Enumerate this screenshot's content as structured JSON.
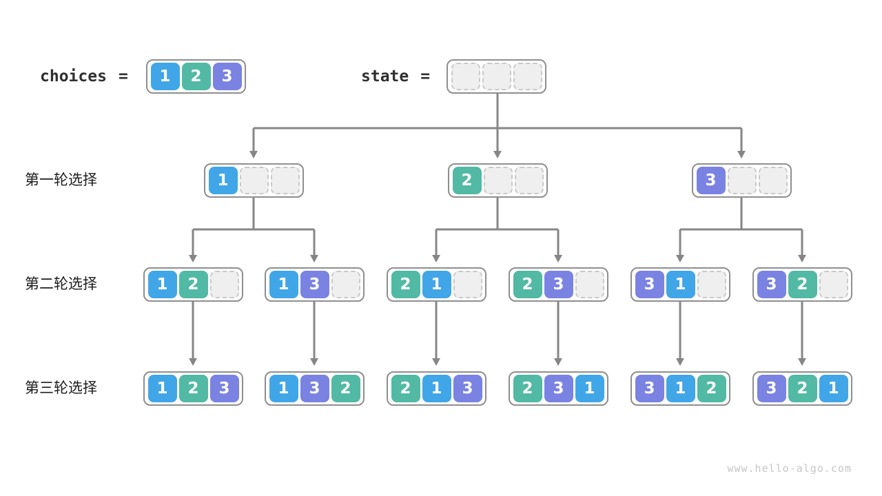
{
  "header": {
    "choices_label": "choices",
    "state_label": "state",
    "equals": "=",
    "choices_cells": [
      1,
      2,
      3
    ],
    "state_cells": [
      null,
      null,
      null
    ]
  },
  "rows": [
    {
      "label": "第一轮选择",
      "boxes": [
        [
          1,
          null,
          null
        ],
        [
          2,
          null,
          null
        ],
        [
          3,
          null,
          null
        ]
      ]
    },
    {
      "label": "第二轮选择",
      "boxes": [
        [
          1,
          2,
          null
        ],
        [
          1,
          3,
          null
        ],
        [
          2,
          1,
          null
        ],
        [
          2,
          3,
          null
        ],
        [
          3,
          1,
          null
        ],
        [
          3,
          2,
          null
        ]
      ]
    },
    {
      "label": "第三轮选择",
      "boxes": [
        [
          1,
          2,
          3
        ],
        [
          1,
          3,
          2
        ],
        [
          2,
          1,
          3
        ],
        [
          2,
          3,
          1
        ],
        [
          3,
          1,
          2
        ],
        [
          3,
          2,
          1
        ]
      ]
    }
  ],
  "watermark": "www.hello-algo.com",
  "colors": {
    "value1": "#41a6e8",
    "value2": "#52b9a4",
    "value3": "#7a82e2",
    "empty_fill": "#efefef",
    "empty_border": "#c9c9c9",
    "box_border": "#8e8e8e",
    "arrow": "#868686",
    "code_text": "#2f2f2f",
    "label_text": "#1c1c1c",
    "watermark_color": "#c6c6c6"
  }
}
